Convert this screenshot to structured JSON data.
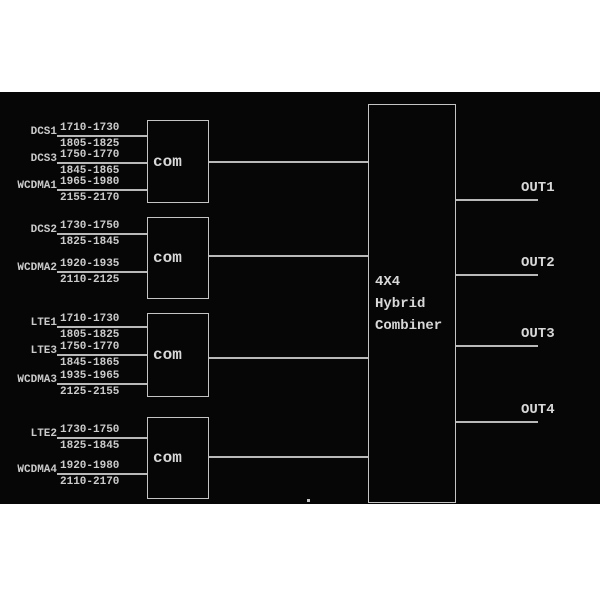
{
  "page": {
    "background": "#ffffff",
    "panel_background": "#060606",
    "line_color": "#b9b9b9",
    "text_color": "#cbcbcb"
  },
  "combiner": {
    "line1": "4X4",
    "line2": "Hybrid",
    "line3": "Combiner"
  },
  "groups": [
    {
      "com_label": "com",
      "inputs": [
        {
          "band": "DCS1",
          "freq_upper": "1710-1730",
          "freq_lower": "1805-1825"
        },
        {
          "band": "DCS3",
          "freq_upper": "1750-1770",
          "freq_lower": "1845-1865"
        },
        {
          "band": "WCDMA1",
          "freq_upper": "1965-1980",
          "freq_lower": "2155-2170"
        }
      ]
    },
    {
      "com_label": "com",
      "inputs": [
        {
          "band": "DCS2",
          "freq_upper": "1730-1750",
          "freq_lower": "1825-1845"
        },
        {
          "band": "WCDMA2",
          "freq_upper": "1920-1935",
          "freq_lower": "2110-2125"
        }
      ]
    },
    {
      "com_label": "com",
      "inputs": [
        {
          "band": "LTE1",
          "freq_upper": "1710-1730",
          "freq_lower": "1805-1825"
        },
        {
          "band": "LTE3",
          "freq_upper": "1750-1770",
          "freq_lower": "1845-1865"
        },
        {
          "band": "WCDMA3",
          "freq_upper": "1935-1965",
          "freq_lower": "2125-2155"
        }
      ]
    },
    {
      "com_label": "com",
      "inputs": [
        {
          "band": "LTE2",
          "freq_upper": "1730-1750",
          "freq_lower": "1825-1845"
        },
        {
          "band": "WCDMA4",
          "freq_upper": "1920-1980",
          "freq_lower": "2110-2170"
        }
      ]
    }
  ],
  "outputs": [
    "OUT1",
    "OUT2",
    "OUT3",
    "OUT4"
  ]
}
